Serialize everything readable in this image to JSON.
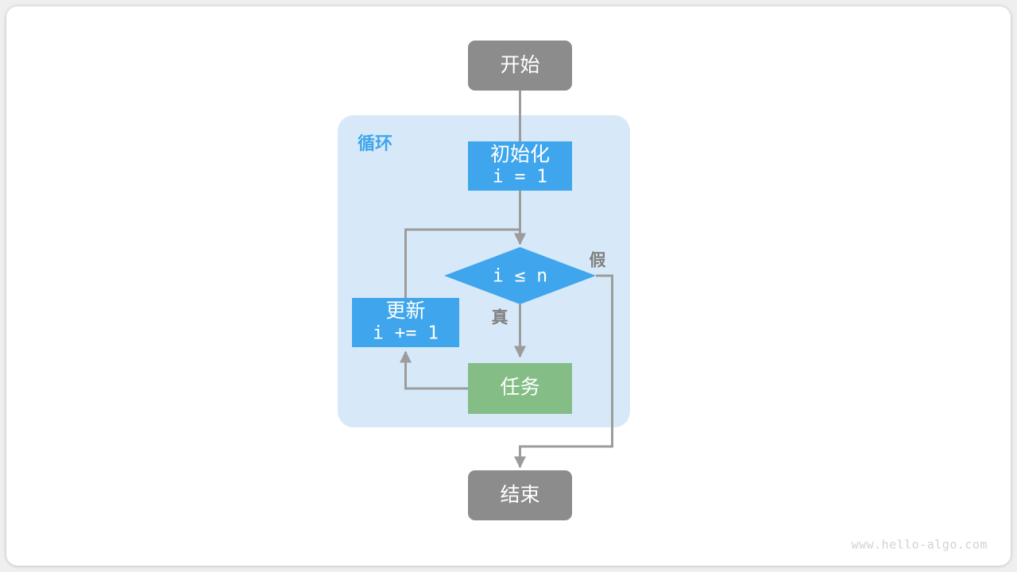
{
  "diagram": {
    "title": "for-loop-flowchart",
    "colors": {
      "page_background": "#efefef",
      "card_background": "#ffffff",
      "terminal_gray": "#8c8c8c",
      "process_blue": "#3fa5ec",
      "decision_blue": "#3fa5ec",
      "task_green": "#84be86",
      "group_fill": "#d7e9f8",
      "edge_gray": "#9c9c9c",
      "label_gray": "#808080",
      "group_label_blue": "#3fa5ec",
      "watermark_gray": "#d2d2d2"
    },
    "group": {
      "label": "循环"
    },
    "nodes": [
      {
        "id": "start",
        "label": "开始",
        "sublabel": "",
        "shape": "rounded-rect",
        "color": "#8c8c8c"
      },
      {
        "id": "init",
        "label": "初始化",
        "sublabel": "i = 1",
        "shape": "rect",
        "color": "#3fa5ec"
      },
      {
        "id": "cond",
        "label": "i ≤ n",
        "sublabel": "",
        "shape": "diamond",
        "color": "#3fa5ec"
      },
      {
        "id": "update",
        "label": "更新",
        "sublabel": "i += 1",
        "shape": "rect",
        "color": "#3fa5ec"
      },
      {
        "id": "task",
        "label": "任务",
        "sublabel": "",
        "shape": "rect",
        "color": "#84be86"
      },
      {
        "id": "end",
        "label": "结束",
        "sublabel": "",
        "shape": "rounded-rect",
        "color": "#8c8c8c"
      }
    ],
    "edges": [
      {
        "id": "start-to-init",
        "from": "start",
        "to": "init",
        "label": ""
      },
      {
        "id": "init-to-cond",
        "from": "init",
        "to": "cond",
        "label": ""
      },
      {
        "id": "cond-to-task",
        "from": "cond",
        "to": "task",
        "label": "真"
      },
      {
        "id": "cond-to-end",
        "from": "cond",
        "to": "end",
        "label": "假"
      },
      {
        "id": "task-to-update",
        "from": "task",
        "to": "update",
        "label": ""
      },
      {
        "id": "update-to-cond",
        "from": "update",
        "to": "cond",
        "label": ""
      }
    ],
    "watermark": "www.hello-algo.com"
  }
}
